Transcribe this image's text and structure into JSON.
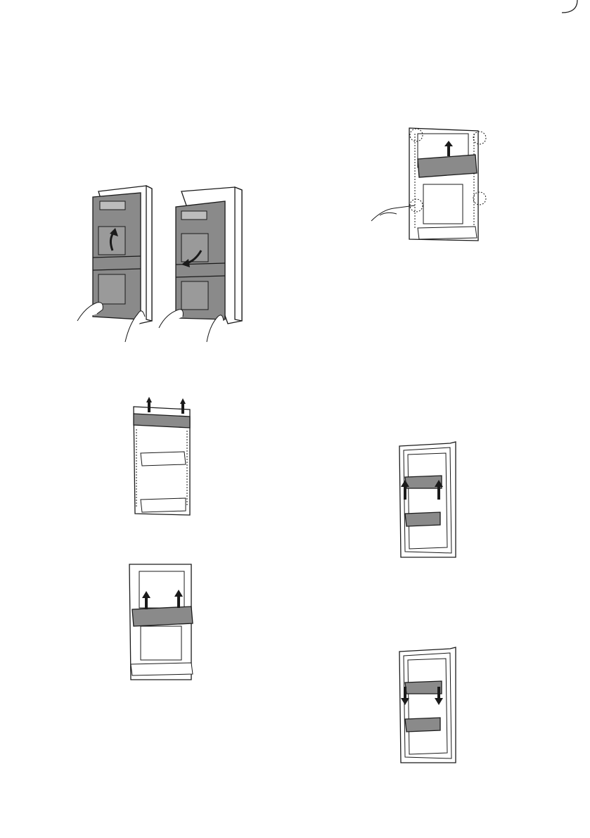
{
  "page": {
    "background": "#ffffff",
    "ink_color": "#1a1a1a",
    "shade_color": "#8a8a8a",
    "shade_light": "#bdbdbd"
  },
  "figures": [
    {
      "id": "door-cover-rotate",
      "icon": "door-panel-rotate-illustration"
    },
    {
      "id": "shelf-removal-screwdriver",
      "icon": "door-shelf-screwdriver-illustration"
    },
    {
      "id": "top-cover-lift",
      "icon": "door-top-cover-lift-illustration"
    },
    {
      "id": "door-shelf-lift",
      "icon": "door-shelf-lift-illustration"
    },
    {
      "id": "door-bin-raise",
      "icon": "door-bin-raise-illustration"
    },
    {
      "id": "door-bin-lower",
      "icon": "door-bin-lower-illustration"
    }
  ]
}
